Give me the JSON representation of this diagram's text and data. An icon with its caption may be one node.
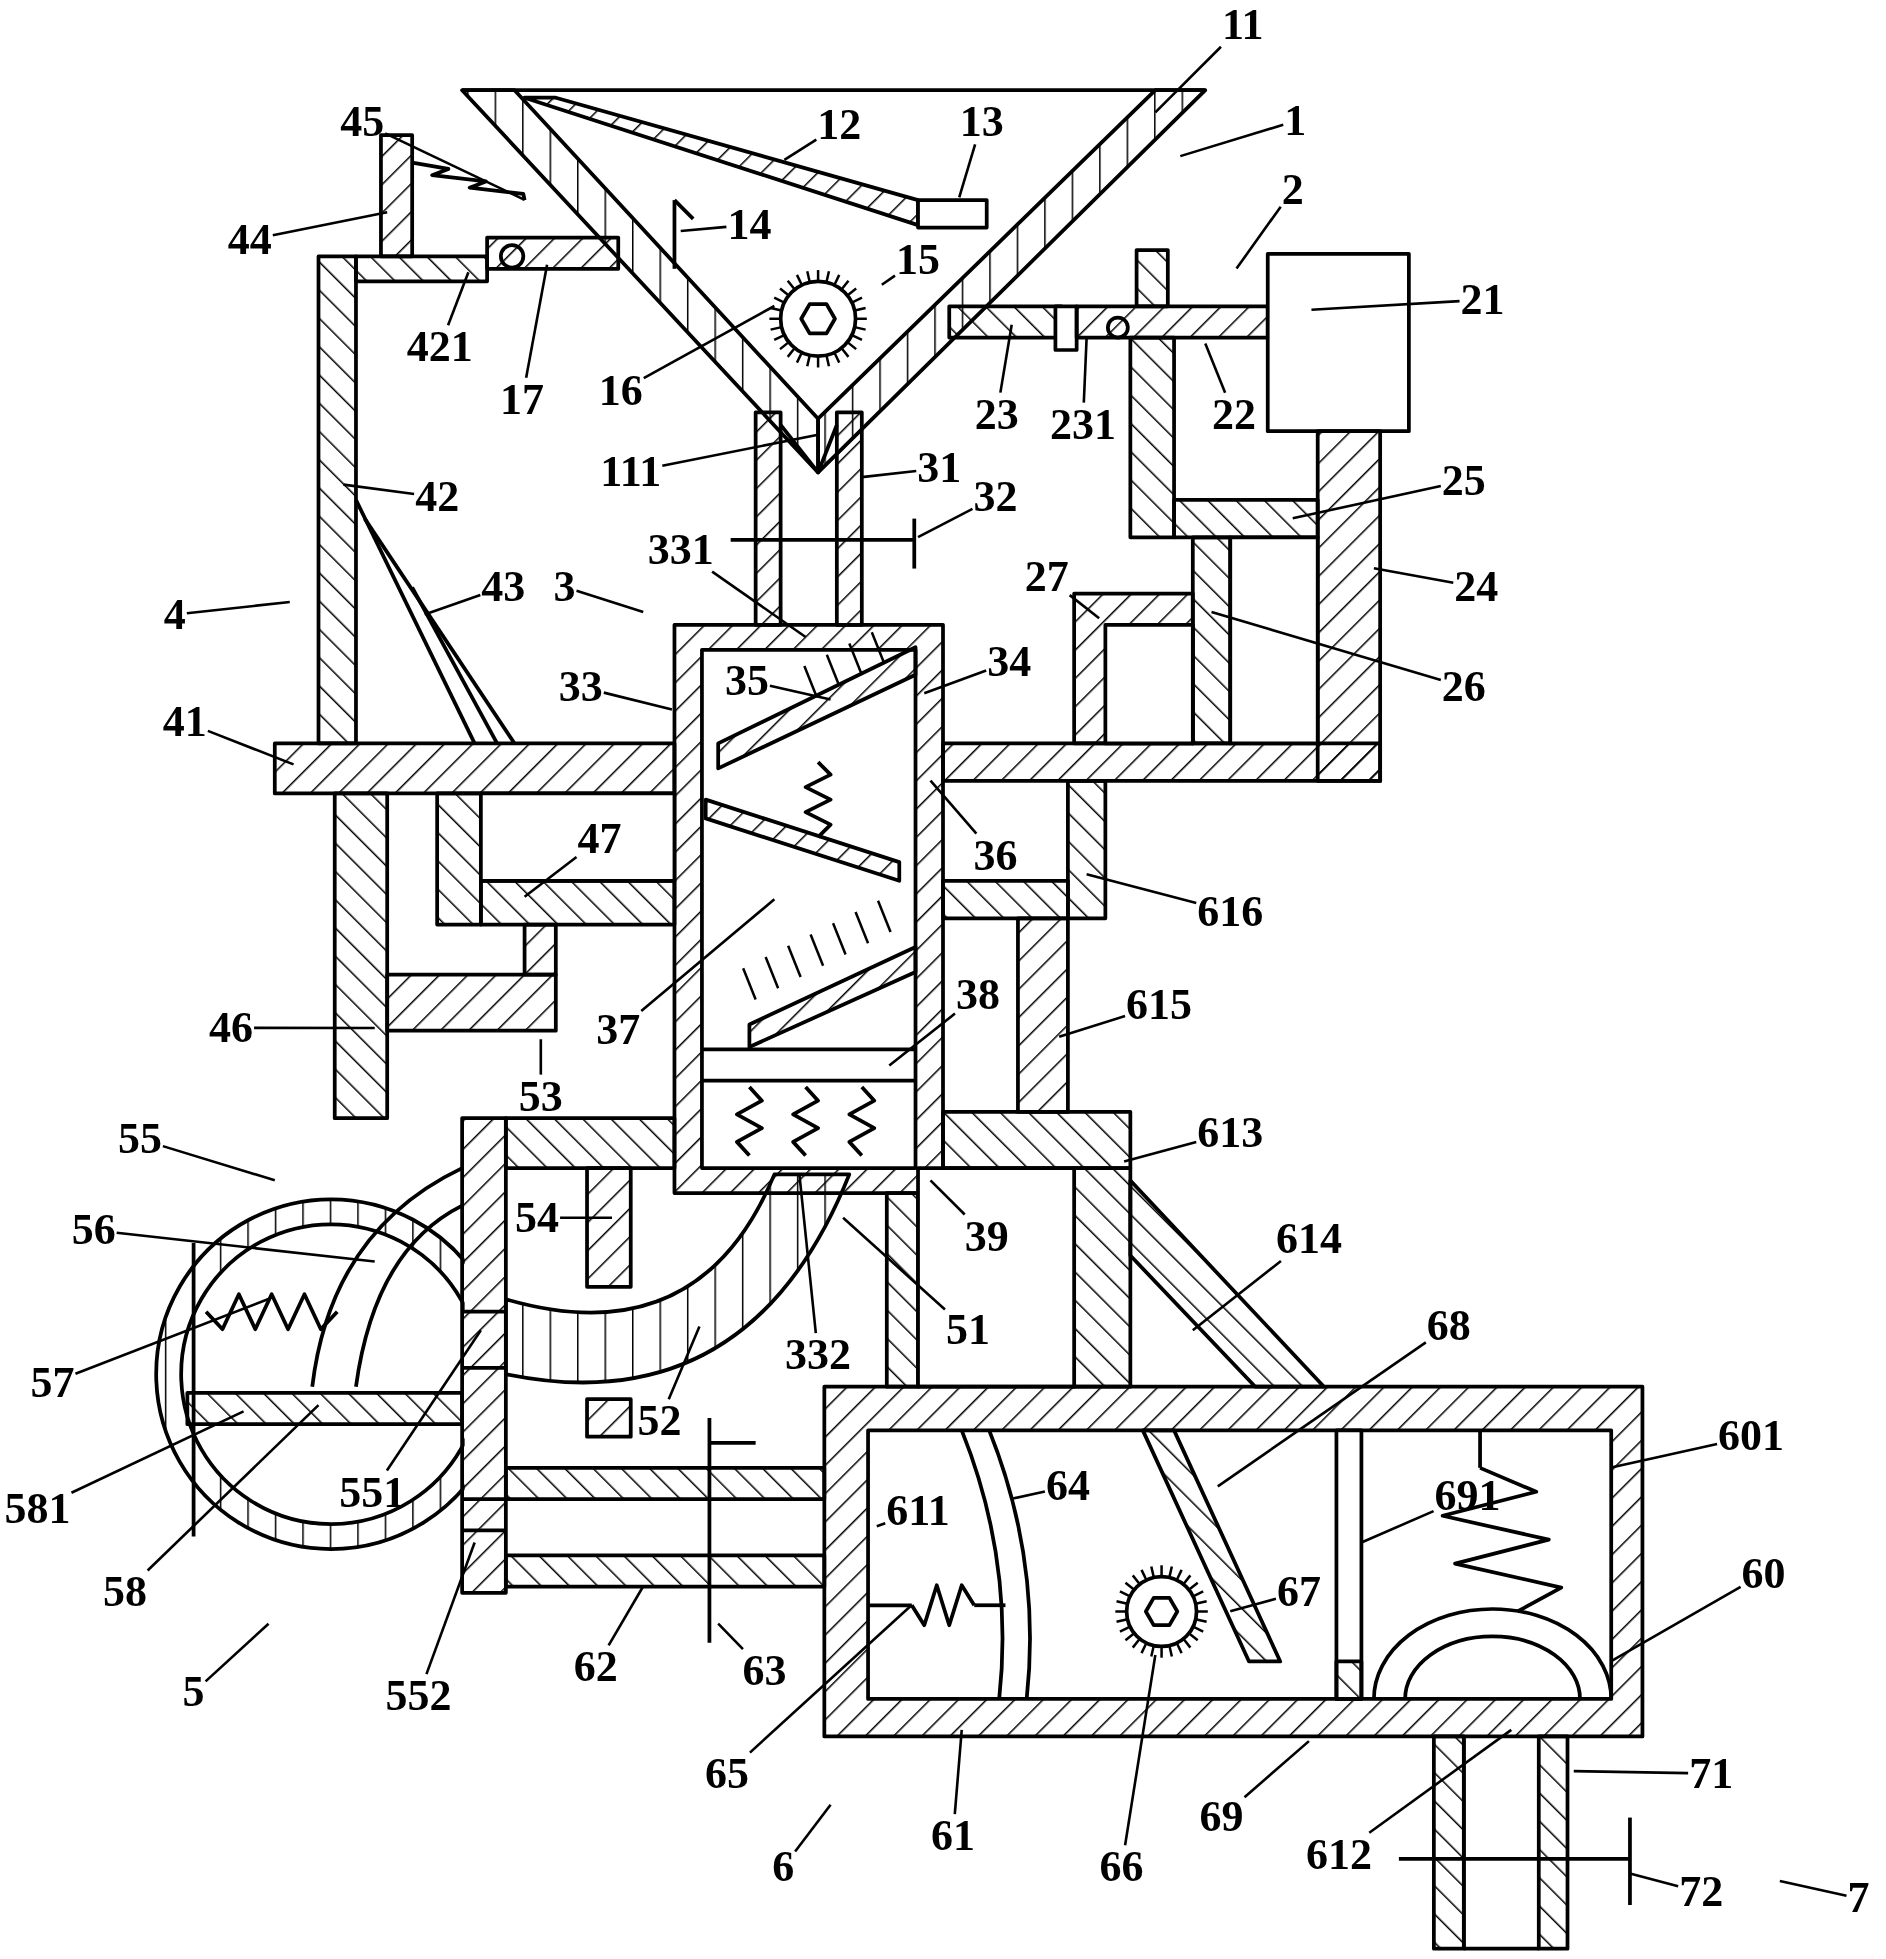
{
  "diagram": {
    "nodes": [
      {
        "text": [
          "11"
        ]
      },
      {
        "text": [
          "45"
        ]
      },
      {
        "text": [
          "12"
        ]
      },
      {
        "text": [
          "13"
        ]
      },
      {
        "text": [
          "1"
        ]
      },
      {
        "text": [
          "2"
        ]
      },
      {
        "text": [
          "14"
        ]
      },
      {
        "text": [
          "44"
        ]
      },
      {
        "text": [
          "15"
        ]
      },
      {
        "text": [
          "21"
        ]
      },
      {
        "text": [
          "421"
        ]
      },
      {
        "text": [
          "17"
        ]
      },
      {
        "text": [
          "16"
        ]
      },
      {
        "text": [
          "23"
        ]
      },
      {
        "text": [
          "231"
        ]
      },
      {
        "text": [
          "22"
        ]
      },
      {
        "text": [
          "111"
        ]
      },
      {
        "text": [
          "31"
        ]
      },
      {
        "text": [
          "42"
        ]
      },
      {
        "text": [
          "25"
        ]
      },
      {
        "text": [
          "32"
        ]
      },
      {
        "text": [
          "331"
        ]
      },
      {
        "text": [
          "3"
        ]
      },
      {
        "text": [
          "27"
        ]
      },
      {
        "text": [
          "43"
        ]
      },
      {
        "text": [
          "24"
        ]
      },
      {
        "text": [
          "4"
        ]
      },
      {
        "text": [
          "33"
        ]
      },
      {
        "text": [
          "35"
        ]
      },
      {
        "text": [
          "34"
        ]
      },
      {
        "text": [
          "26"
        ]
      },
      {
        "text": [
          "41"
        ]
      },
      {
        "text": [
          "47"
        ]
      },
      {
        "text": [
          "36"
        ]
      },
      {
        "text": [
          "616"
        ]
      },
      {
        "text": [
          "615"
        ]
      },
      {
        "text": [
          "37"
        ]
      },
      {
        "text": [
          "38"
        ]
      },
      {
        "text": [
          "46"
        ]
      },
      {
        "text": [
          "53"
        ]
      },
      {
        "text": [
          "55"
        ]
      },
      {
        "text": [
          "613"
        ]
      },
      {
        "text": [
          "54"
        ]
      },
      {
        "text": [
          "56"
        ]
      },
      {
        "text": [
          "39"
        ]
      },
      {
        "text": [
          "614"
        ]
      },
      {
        "text": [
          "51"
        ]
      },
      {
        "text": [
          "332"
        ]
      },
      {
        "text": [
          "68"
        ]
      },
      {
        "text": [
          "57"
        ]
      },
      {
        "text": [
          "581"
        ]
      },
      {
        "text": [
          "52"
        ]
      },
      {
        "text": [
          "601"
        ]
      },
      {
        "text": [
          "551"
        ]
      },
      {
        "text": [
          "611"
        ]
      },
      {
        "text": [
          "64"
        ]
      },
      {
        "text": [
          "691"
        ]
      },
      {
        "text": [
          "60"
        ]
      },
      {
        "text": [
          "58"
        ]
      },
      {
        "text": [
          "67"
        ]
      },
      {
        "text": [
          "5"
        ]
      },
      {
        "text": [
          "552"
        ]
      },
      {
        "text": [
          "62"
        ]
      },
      {
        "text": [
          "63"
        ]
      },
      {
        "text": [
          "71"
        ]
      },
      {
        "text": [
          "65"
        ]
      },
      {
        "text": [
          "69"
        ]
      },
      {
        "text": [
          "61"
        ]
      },
      {
        "text": [
          "612"
        ]
      },
      {
        "text": [
          "6"
        ]
      },
      {
        "text": [
          "66"
        ]
      },
      {
        "text": [
          "72"
        ]
      },
      {
        "text": [
          "7"
        ]
      }
    ],
    "edges": [
      {
        "from": 0,
        "to": null,
        "arrow": "none"
      },
      {
        "from": 1,
        "to": null,
        "arrow": "none"
      },
      {
        "from": 2,
        "to": null,
        "arrow": "none"
      },
      {
        "from": 3,
        "to": null,
        "arrow": "none"
      },
      {
        "from": 4,
        "to": null,
        "arrow": "none"
      },
      {
        "from": 5,
        "to": null,
        "arrow": "none"
      },
      {
        "from": 6,
        "to": null,
        "arrow": "none"
      },
      {
        "from": 7,
        "to": null,
        "arrow": "none"
      },
      {
        "from": 8,
        "to": null,
        "arrow": "none"
      },
      {
        "from": 9,
        "to": null,
        "arrow": "none"
      },
      {
        "from": 10,
        "to": null,
        "arrow": "none"
      },
      {
        "from": 11,
        "to": null,
        "arrow": "none"
      },
      {
        "from": 12,
        "to": null,
        "arrow": "none"
      },
      {
        "from": 13,
        "to": null,
        "arrow": "none"
      },
      {
        "from": 14,
        "to": null,
        "arrow": "none"
      },
      {
        "from": 15,
        "to": null,
        "arrow": "none"
      },
      {
        "from": 16,
        "to": null,
        "arrow": "none"
      },
      {
        "from": 17,
        "to": null,
        "arrow": "none"
      },
      {
        "from": 18,
        "to": null,
        "arrow": "none"
      },
      {
        "from": 19,
        "to": null,
        "arrow": "none"
      },
      {
        "from": 20,
        "to": null,
        "arrow": "none"
      },
      {
        "from": 21,
        "to": null,
        "arrow": "none"
      },
      {
        "from": 22,
        "to": null,
        "arrow": "none"
      },
      {
        "from": 23,
        "to": null,
        "arrow": "none"
      },
      {
        "from": 24,
        "to": null,
        "arrow": "none"
      },
      {
        "from": 25,
        "to": null,
        "arrow": "none"
      },
      {
        "from": 26,
        "to": null,
        "arrow": "none"
      },
      {
        "from": 27,
        "to": null,
        "arrow": "none"
      },
      {
        "from": 28,
        "to": null,
        "arrow": "none"
      },
      {
        "from": 29,
        "to": null,
        "arrow": "none"
      },
      {
        "from": 30,
        "to": null,
        "arrow": "none"
      },
      {
        "from": 31,
        "to": null,
        "arrow": "none"
      },
      {
        "from": 32,
        "to": null,
        "arrow": "none"
      },
      {
        "from": 33,
        "to": null,
        "arrow": "none"
      },
      {
        "from": 34,
        "to": null,
        "arrow": "none"
      },
      {
        "from": 35,
        "to": null,
        "arrow": "none"
      },
      {
        "from": 36,
        "to": null,
        "arrow": "none"
      },
      {
        "from": 37,
        "to": null,
        "arrow": "none"
      },
      {
        "from": 38,
        "to": null,
        "arrow": "none"
      },
      {
        "from": 39,
        "to": null,
        "arrow": "none"
      },
      {
        "from": 40,
        "to": null,
        "arrow": "none"
      },
      {
        "from": 41,
        "to": null,
        "arrow": "none"
      },
      {
        "from": 42,
        "to": null,
        "arrow": "none"
      },
      {
        "from": 43,
        "to": null,
        "arrow": "none"
      },
      {
        "from": 44,
        "to": null,
        "arrow": "none"
      },
      {
        "from": 45,
        "to": null,
        "arrow": "none"
      },
      {
        "from": 46,
        "to": null,
        "arrow": "none"
      },
      {
        "from": 47,
        "to": null,
        "arrow": "none"
      },
      {
        "from": 48,
        "to": null,
        "arrow": "none"
      },
      {
        "from": 49,
        "to": null,
        "arrow": "none"
      },
      {
        "from": 50,
        "to": null,
        "arrow": "none"
      },
      {
        "from": 51,
        "to": null,
        "arrow": "none"
      },
      {
        "from": 52,
        "to": null,
        "arrow": "none"
      },
      {
        "from": 53,
        "to": null,
        "arrow": "none"
      },
      {
        "from": 54,
        "to": null,
        "arrow": "none"
      },
      {
        "from": 55,
        "to": null,
        "arrow": "none"
      },
      {
        "from": 56,
        "to": null,
        "arrow": "none"
      },
      {
        "from": 57,
        "to": null,
        "arrow": "none"
      },
      {
        "from": 58,
        "to": null,
        "arrow": "none"
      },
      {
        "from": 59,
        "to": null,
        "arrow": "none"
      },
      {
        "from": 60,
        "to": null,
        "arrow": "none"
      },
      {
        "from": 61,
        "to": null,
        "arrow": "none"
      },
      {
        "from": 62,
        "to": null,
        "arrow": "none"
      },
      {
        "from": 63,
        "to": null,
        "arrow": "none"
      },
      {
        "from": 64,
        "to": null,
        "arrow": "none"
      },
      {
        "from": 65,
        "to": null,
        "arrow": "none"
      },
      {
        "from": 66,
        "to": null,
        "arrow": "none"
      },
      {
        "from": 67,
        "to": null,
        "arrow": "none"
      },
      {
        "from": 68,
        "to": null,
        "arrow": "none"
      },
      {
        "from": 69,
        "to": null,
        "arrow": "none"
      },
      {
        "from": 70,
        "to": null,
        "arrow": "none"
      },
      {
        "from": 71,
        "to": null,
        "arrow": "none"
      },
      {
        "from": 72,
        "to": null,
        "arrow": "none"
      }
    ]
  }
}
